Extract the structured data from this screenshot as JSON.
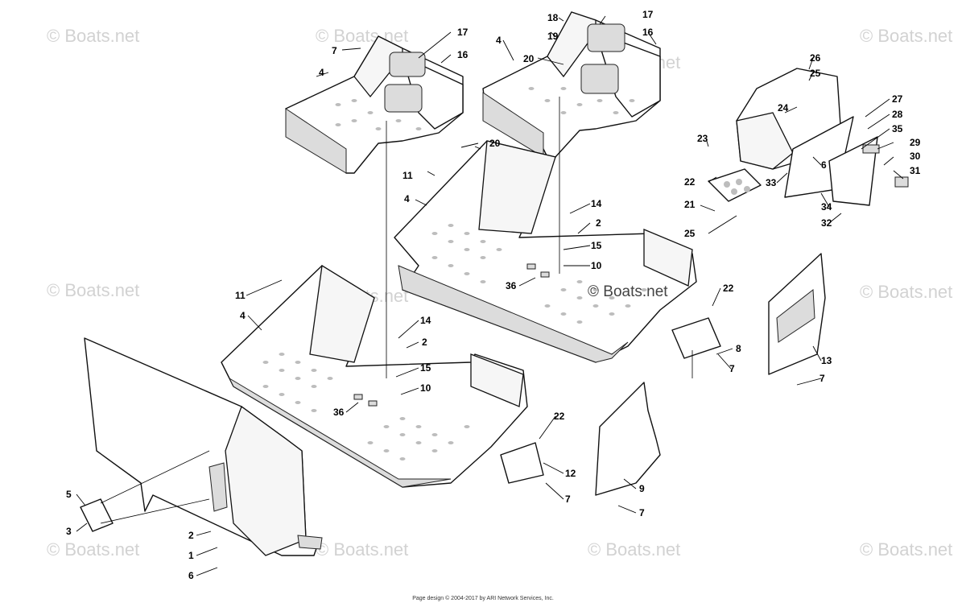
{
  "watermark": {
    "text": "© Boats.net",
    "centre_mark": "© Boats.net"
  },
  "footer": {
    "credit": "Page design © 2004-2017 by ARI Network Services, Inc."
  },
  "callouts": [
    "18",
    "19",
    "17",
    "16",
    "4",
    "20",
    "7",
    "17",
    "16",
    "4",
    "26",
    "25",
    "27",
    "28",
    "24",
    "35",
    "23",
    "29",
    "30",
    "6",
    "20",
    "31",
    "11",
    "22",
    "33",
    "4",
    "14",
    "21",
    "2",
    "34",
    "32",
    "25",
    "15",
    "10",
    "36",
    "22",
    "11",
    "4",
    "14",
    "2",
    "8",
    "7",
    "15",
    "13",
    "10",
    "7",
    "36",
    "22",
    "12",
    "5",
    "9",
    "7",
    "7",
    "3",
    "2",
    "1",
    "6"
  ]
}
